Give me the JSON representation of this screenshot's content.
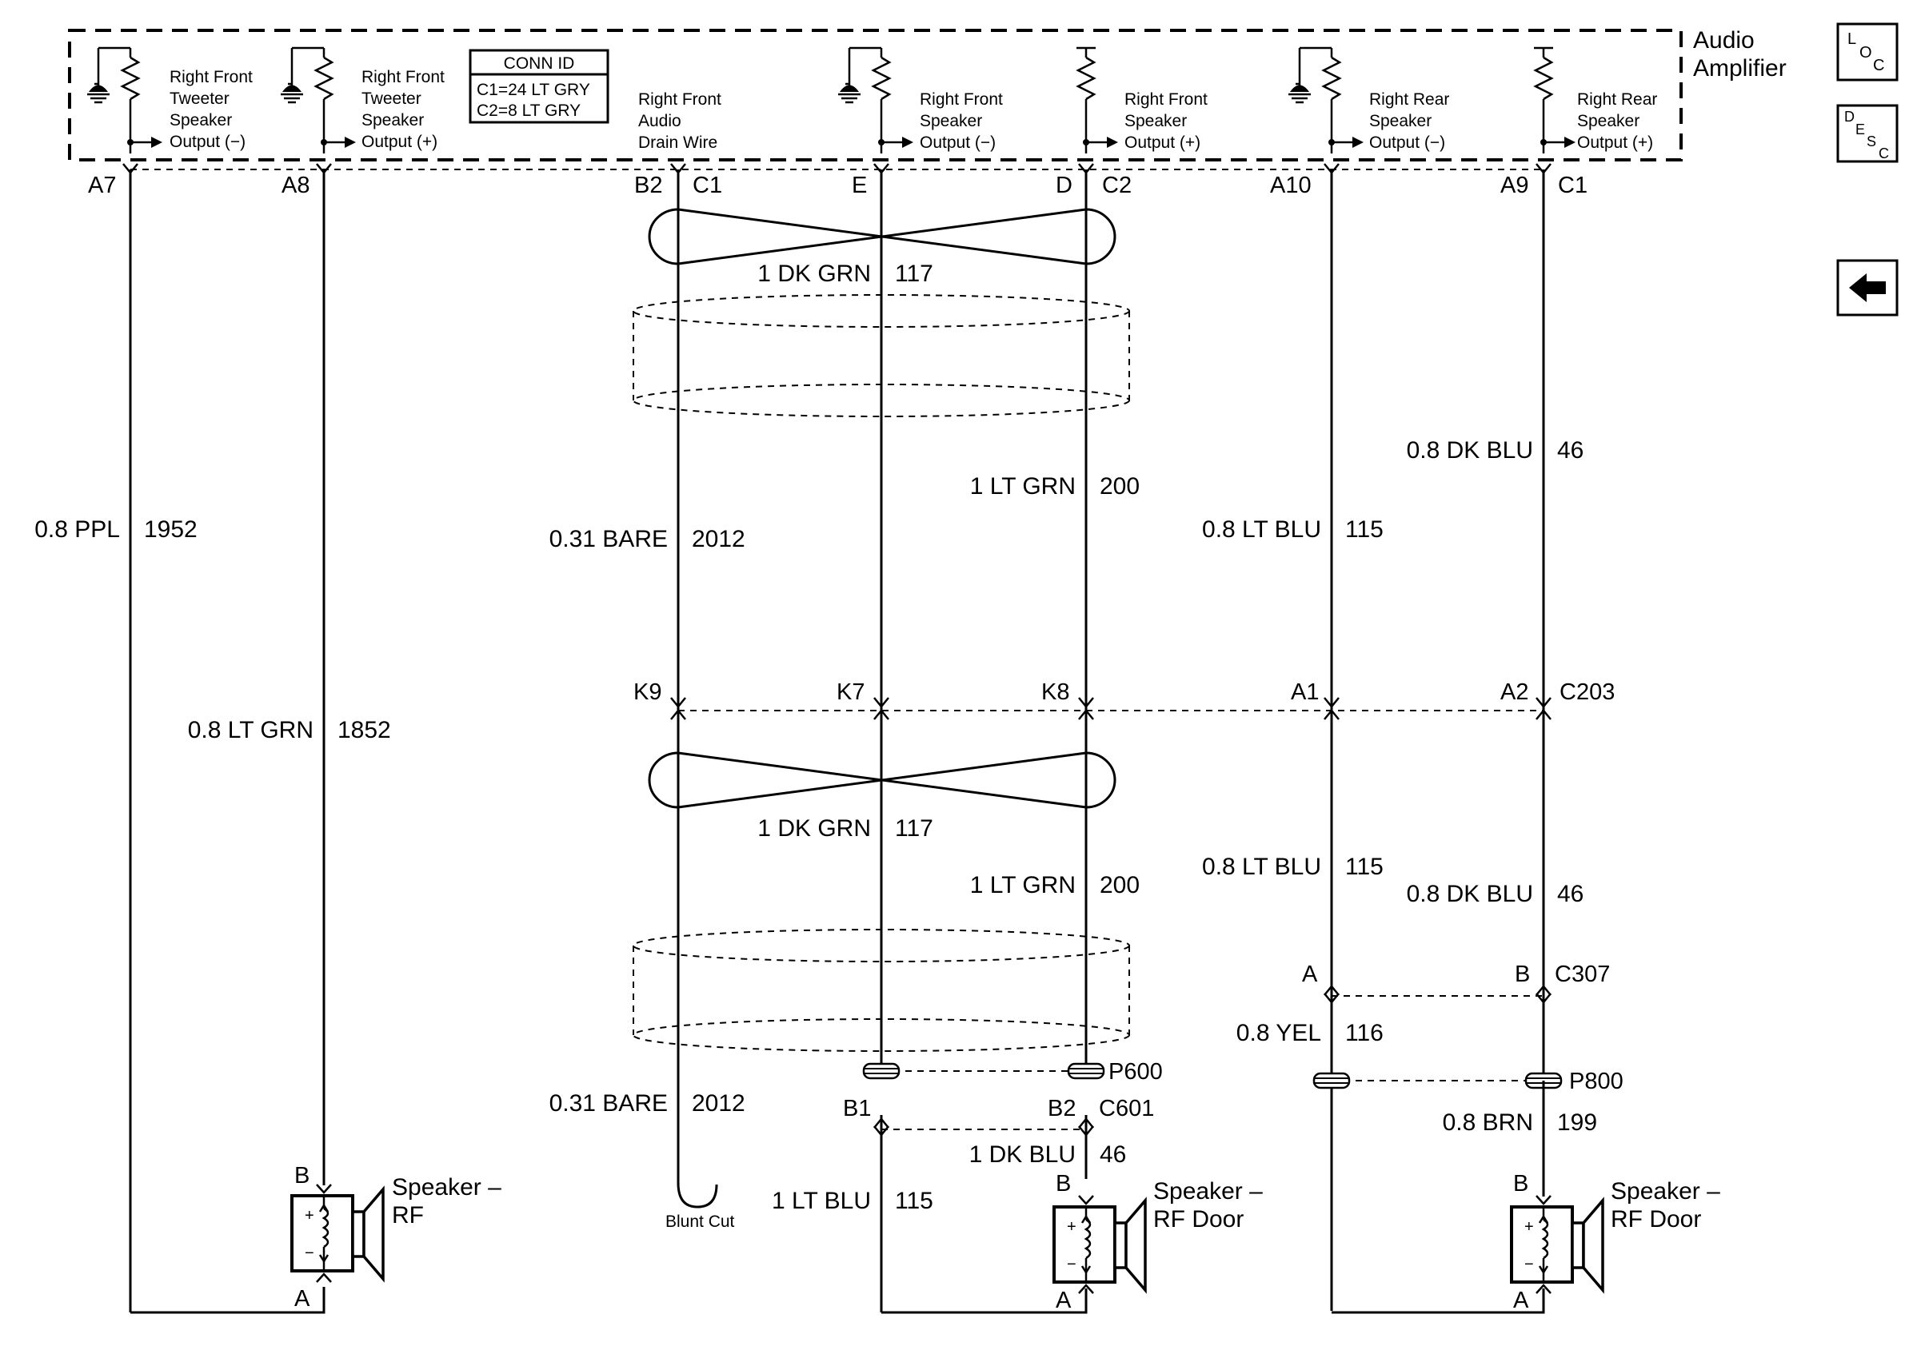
{
  "amplifier": {
    "title_line1": "Audio",
    "title_line2": "Amplifier",
    "conn_id": {
      "header": "CONN ID",
      "line1": "C1=24 LT GRY",
      "line2": "C2=8 LT GRY"
    },
    "drain_label": [
      "Right Front",
      "Audio",
      "Drain Wire"
    ],
    "outputs": [
      [
        "Right Front",
        "Tweeter",
        "Speaker",
        "Output (−)"
      ],
      [
        "Right Front",
        "Tweeter",
        "Speaker",
        "Output (+)"
      ],
      [
        "Right Front",
        "Speaker",
        "Output (−)"
      ],
      [
        "Right Front",
        "Speaker",
        "Output (+)"
      ],
      [
        "Right Rear",
        "Speaker",
        "Output (−)"
      ],
      [
        "Right Rear",
        "Speaker",
        "Output (+)"
      ]
    ]
  },
  "nav": {
    "loc": [
      "L",
      "O",
      "C"
    ],
    "desc": [
      "D",
      "E",
      "S",
      "C"
    ],
    "back_icon": "left-arrow-icon"
  },
  "pins": {
    "amp": [
      "A7",
      "A8",
      "B2",
      "C1",
      "E",
      "D",
      "C2",
      "A10",
      "A9",
      "C1"
    ],
    "c203": [
      "K9",
      "K7",
      "K8",
      "A1",
      "A2",
      "C203"
    ],
    "c307": [
      "A",
      "B",
      "C307"
    ],
    "p600": "P600",
    "p800": "P800",
    "c601": [
      "B1",
      "B2",
      "C601"
    ],
    "spk_rf": [
      "B",
      "A"
    ],
    "spk_rfdoor": [
      "B",
      "A"
    ],
    "spk_rrdoor": [
      "B",
      "A"
    ]
  },
  "wires": [
    {
      "size_color": "0.8 PPL",
      "circuit": "1952"
    },
    {
      "size_color": "0.8 LT GRN",
      "circuit": "1852"
    },
    {
      "size_color": "0.31 BARE",
      "circuit": "2012"
    },
    {
      "size_color": "1 DK GRN",
      "circuit": "117"
    },
    {
      "size_color": "1 LT GRN",
      "circuit": "200"
    },
    {
      "size_color": "0.8 LT BLU",
      "circuit": "115"
    },
    {
      "size_color": "0.8 DK BLU",
      "circuit": "46"
    },
    {
      "size_color": "1 DK GRN",
      "circuit": "117"
    },
    {
      "size_color": "1 LT GRN",
      "circuit": "200"
    },
    {
      "size_color": "0.8 LT BLU",
      "circuit": "115"
    },
    {
      "size_color": "0.8 DK BLU",
      "circuit": "46"
    },
    {
      "size_color": "0.8 YEL",
      "circuit": "116"
    },
    {
      "size_color": "0.31 BARE",
      "circuit": "2012"
    },
    {
      "size_color": "1 LT BLU",
      "circuit": "115"
    },
    {
      "size_color": "1 DK BLU",
      "circuit": "46"
    },
    {
      "size_color": "0.8 BRN",
      "circuit": "199"
    }
  ],
  "blunt_cut": "Blunt Cut",
  "speakers": [
    {
      "line1": "Speaker –",
      "line2": "RF"
    },
    {
      "line1": "Speaker –",
      "line2": "RF Door"
    },
    {
      "line1": "Speaker –",
      "line2": "RF Door"
    }
  ],
  "speaker_terminals": {
    "plus": "+",
    "minus": "−"
  }
}
